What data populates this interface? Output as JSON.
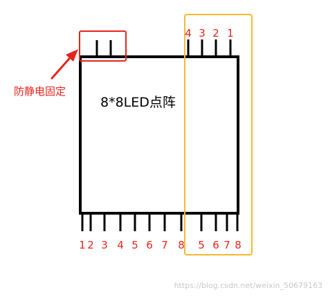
{
  "module_label": "8*8LED点阵",
  "antistatic_label": "防静电固定",
  "top_pin_labels": [
    "4",
    "3",
    "2",
    "1"
  ],
  "bottom_pin_labels_left": [
    "1",
    "2",
    "3",
    "4",
    "5",
    "6",
    "7",
    "8"
  ],
  "bottom_pin_labels_right": [
    "5",
    "6",
    "7",
    "8"
  ],
  "watermark": "https://blog.csdn.net/weixin_50679163",
  "colors": {
    "outline": "#000000",
    "annotation_red": "#e8231b",
    "highlight_orange": "#f5b82e",
    "watermark_gray": "#c8c8c8"
  }
}
